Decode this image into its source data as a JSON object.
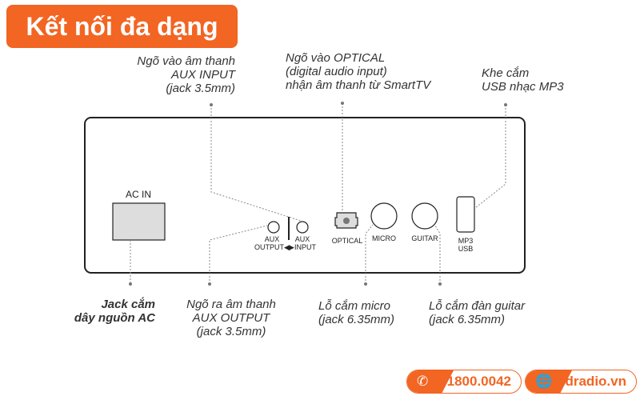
{
  "title": "Kết nối đa dạng",
  "panel": {
    "ac_in": "AC IN",
    "aux_output": "AUX\nOUTPUT◀",
    "aux_input": "AUX\n▶INPUT",
    "optical": "OPTICAL",
    "micro": "MICRO",
    "guitar": "GUITAR",
    "mp3_usb": "MP3\nUSB"
  },
  "callouts": {
    "aux_input": "Ngõ vào âm thanh\nAUX INPUT\n(jack 3.5mm)",
    "optical": "Ngõ vào OPTICAL\n(digital audio input)\nnhận âm thanh từ SmartTV",
    "usb": "Khe cắm\nUSB nhạc MP3",
    "ac": "Jack cắm\ndây nguồn AC",
    "aux_output": "Ngõ ra âm thanh\nAUX OUTPUT\n(jack 3.5mm)",
    "micro": "Lỗ cắm micro\n(jack 6.35mm)",
    "guitar": "Lỗ cắm đàn guitar\n(jack 6.35mm)"
  },
  "contact": {
    "phone": "1800.0042",
    "website": "hdradio.vn",
    "phone_icon": "phone-icon",
    "web_icon": "globe-icon"
  },
  "colors": {
    "accent": "#f26522"
  }
}
